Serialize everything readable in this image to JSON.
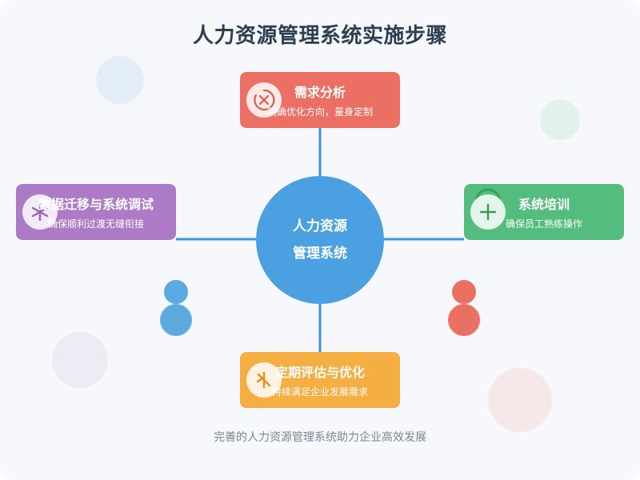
{
  "title": "人力资源管理系统实施步骤",
  "center": {
    "line1": "人力资源",
    "line2": "管理系统",
    "color": "#4aa0e0"
  },
  "steps": [
    {
      "label": "需求分析",
      "desc": "明确优化方向，量身定制",
      "color": "#ec6f64",
      "icon": "close-circle-icon"
    },
    {
      "label": "数据迁移与系统调试",
      "desc": "确保顺利过渡无缝衔接",
      "color": "#ad7bc6",
      "icon": "asterisk-icon"
    },
    {
      "label": "系统培训",
      "desc": "确保员工熟练操作",
      "color": "#52bd7c",
      "icon": "user-plus-icon"
    },
    {
      "label": "定期评估与优化",
      "desc": "持续满足企业发展需求",
      "color": "#f5ae42",
      "icon": "tools-icon"
    }
  ],
  "people": [
    {
      "icon": "person-icon",
      "color": "#5aa9e0"
    },
    {
      "icon": "person-icon",
      "color": "#ec6f64"
    }
  ],
  "footer": "完善的人力资源管理系统助力企业高效发展",
  "connector_color": "#3f97d8"
}
